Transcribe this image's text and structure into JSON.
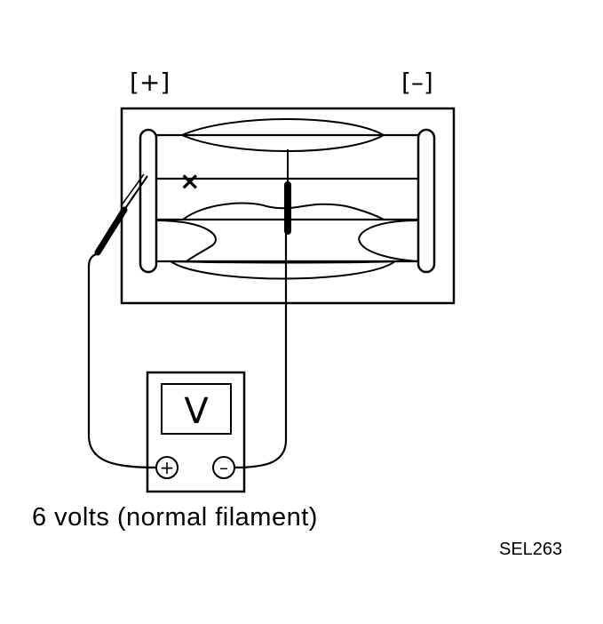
{
  "labels": {
    "positive_terminal": "[+]",
    "negative_terminal": "[–]",
    "meter_symbol": "V",
    "meter_plus": "+",
    "meter_minus": "–",
    "broken_mark": "×"
  },
  "caption": "6 volts (normal filament)",
  "figure_code": "SEL263",
  "colors": {
    "ink": "#000000",
    "background": "#ffffff"
  }
}
